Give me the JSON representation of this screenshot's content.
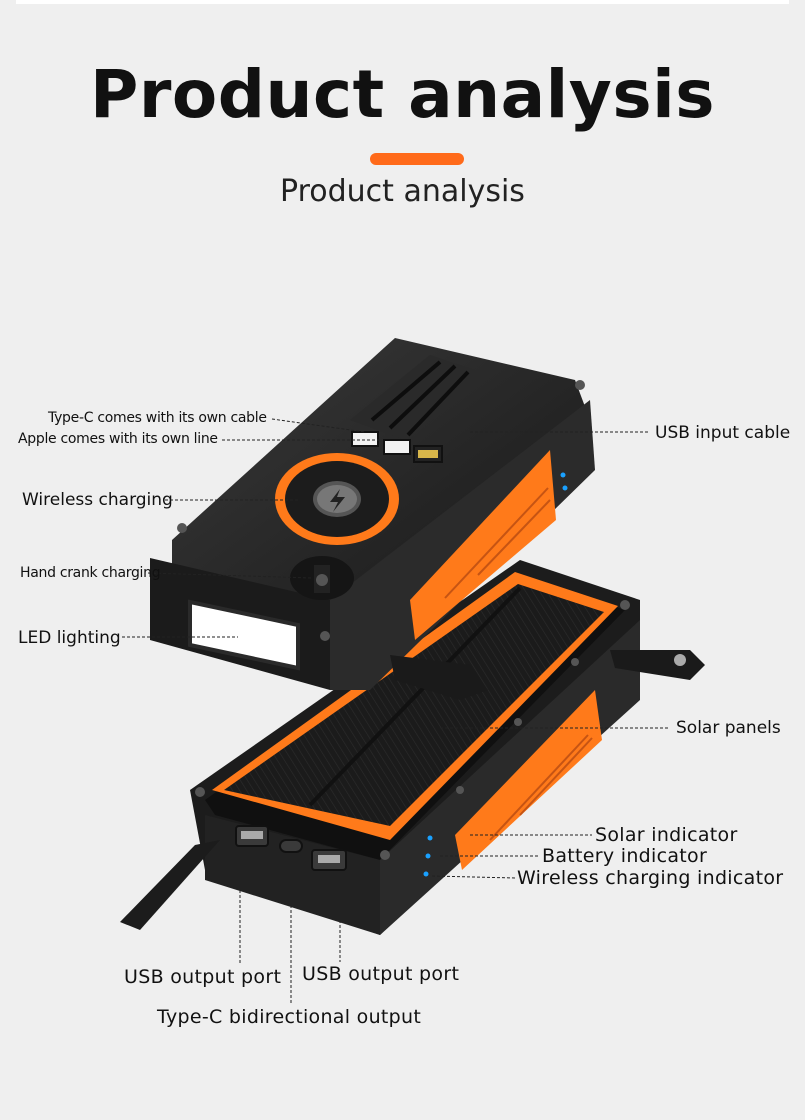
{
  "page": {
    "title": "Product analysis",
    "subtitle": "Product analysis",
    "accent_color": "#ff6a1a",
    "body_color": "#1c1c1c",
    "highlight_color": "#ff7a1a"
  },
  "callouts": {
    "typec_cable": "Type-C comes with its own cable",
    "apple_line": "Apple comes with its own line",
    "usb_input": "USB input cable",
    "wireless_charging": "Wireless charging",
    "hand_crank": "Hand crank charging",
    "led_lighting": "LED lighting",
    "solar_panels": "Solar panels",
    "solar_indicator": "Solar indicator",
    "battery_indicator": "Battery indicator",
    "wireless_indicator": "Wireless charging indicator",
    "usb_output_left": "USB output port",
    "usb_output_right": "USB output port",
    "typec_bidirectional": "Type-C bidirectional output"
  }
}
